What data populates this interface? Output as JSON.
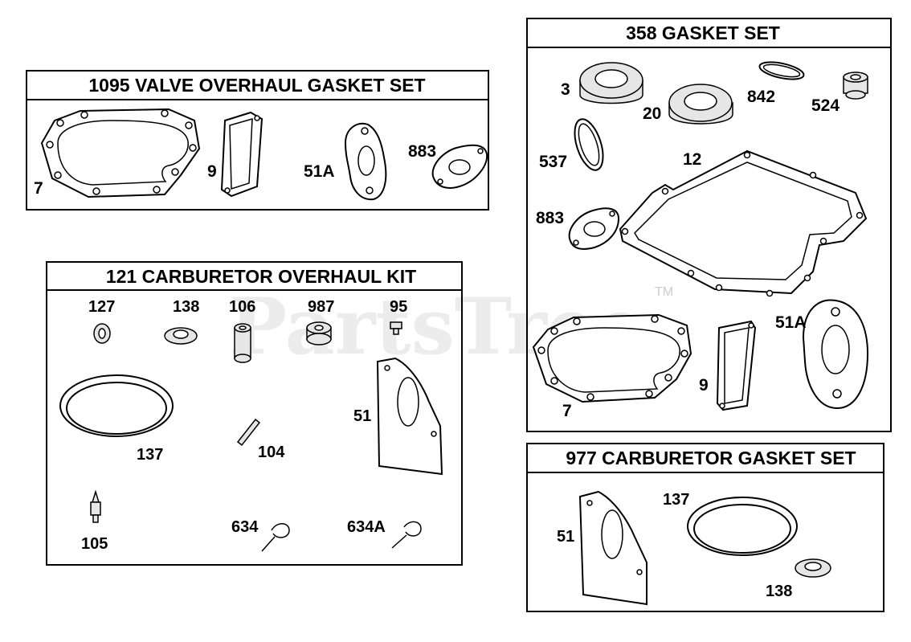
{
  "watermark": {
    "text": "PartsTree",
    "tm": "TM"
  },
  "kits": [
    {
      "id": "valve",
      "title": "1095 VALVE OVERHAUL GASKET SET",
      "labels": [
        "7",
        "9",
        "51A",
        "883"
      ]
    },
    {
      "id": "carb-overhaul",
      "title": "121 CARBURETOR OVERHAUL KIT",
      "labels": [
        "127",
        "138",
        "106",
        "987",
        "95",
        "51",
        "137",
        "104",
        "105",
        "634",
        "634A"
      ]
    },
    {
      "id": "gasket",
      "title": "358 GASKET SET",
      "labels": [
        "3",
        "20",
        "842",
        "524",
        "537",
        "12",
        "883",
        "51A",
        "9",
        "7"
      ]
    },
    {
      "id": "carb-gasket",
      "title": "977 CARBURETOR GASKET SET",
      "labels": [
        "137",
        "51",
        "138"
      ]
    }
  ]
}
